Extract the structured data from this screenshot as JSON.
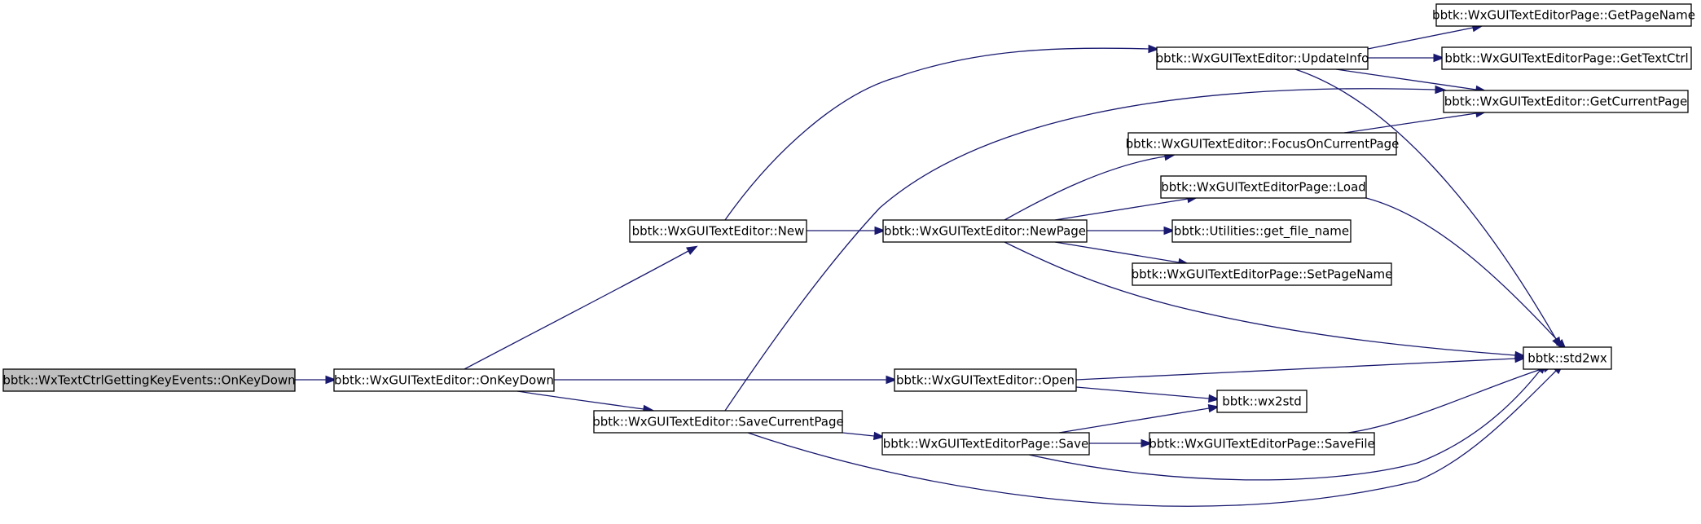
{
  "nodes": [
    {
      "id": "n0",
      "label": "bbtk::WxTextCtrlGettingKeyEvents::OnKeyDown",
      "root": true
    },
    {
      "id": "n1",
      "label": "bbtk::WxGUITextEditor::OnKeyDown"
    },
    {
      "id": "n2",
      "label": "bbtk::WxGUITextEditor::New"
    },
    {
      "id": "n3",
      "label": "bbtk::WxGUITextEditor::SaveCurrentPage"
    },
    {
      "id": "n4",
      "label": "bbtk::WxGUITextEditor::Open"
    },
    {
      "id": "n5",
      "label": "bbtk::WxGUITextEditor::UpdateInfo"
    },
    {
      "id": "n6",
      "label": "bbtk::WxGUITextEditor::NewPage"
    },
    {
      "id": "n7",
      "label": "bbtk::WxGUITextEditorPage::Save"
    },
    {
      "id": "n8",
      "label": "bbtk::WxGUITextEditorPage::GetPageName"
    },
    {
      "id": "n9",
      "label": "bbtk::WxGUITextEditorPage::GetTextCtrl"
    },
    {
      "id": "n10",
      "label": "bbtk::WxGUITextEditor::GetCurrentPage"
    },
    {
      "id": "n11",
      "label": "bbtk::WxGUITextEditor::FocusOnCurrentPage"
    },
    {
      "id": "n12",
      "label": "bbtk::WxGUITextEditorPage::Load"
    },
    {
      "id": "n13",
      "label": "bbtk::Utilities::get_file_name"
    },
    {
      "id": "n14",
      "label": "bbtk::WxGUITextEditorPage::SetPageName"
    },
    {
      "id": "n15",
      "label": "bbtk::std2wx"
    },
    {
      "id": "n16",
      "label": "bbtk::wx2std"
    },
    {
      "id": "n17",
      "label": "bbtk::WxGUITextEditorPage::SaveFile"
    }
  ],
  "edges": [
    {
      "from": "n0",
      "to": "n1"
    },
    {
      "from": "n1",
      "to": "n2"
    },
    {
      "from": "n1",
      "to": "n4"
    },
    {
      "from": "n1",
      "to": "n3"
    },
    {
      "from": "n2",
      "to": "n5"
    },
    {
      "from": "n2",
      "to": "n6"
    },
    {
      "from": "n3",
      "to": "n10"
    },
    {
      "from": "n3",
      "to": "n7"
    },
    {
      "from": "n3",
      "to": "n15"
    },
    {
      "from": "n4",
      "to": "n15"
    },
    {
      "from": "n4",
      "to": "n16"
    },
    {
      "from": "n5",
      "to": "n8"
    },
    {
      "from": "n5",
      "to": "n9"
    },
    {
      "from": "n5",
      "to": "n10"
    },
    {
      "from": "n5",
      "to": "n15"
    },
    {
      "from": "n6",
      "to": "n11"
    },
    {
      "from": "n6",
      "to": "n12"
    },
    {
      "from": "n6",
      "to": "n13"
    },
    {
      "from": "n6",
      "to": "n14"
    },
    {
      "from": "n6",
      "to": "n15"
    },
    {
      "from": "n7",
      "to": "n16"
    },
    {
      "from": "n7",
      "to": "n17"
    },
    {
      "from": "n7",
      "to": "n15"
    },
    {
      "from": "n11",
      "to": "n10"
    },
    {
      "from": "n12",
      "to": "n15"
    },
    {
      "from": "n17",
      "to": "n15"
    }
  ],
  "colors": {
    "edge": "#191970",
    "node_border": "#000000",
    "root_fill": "#bfbfbf",
    "node_fill": "#ffffff"
  }
}
